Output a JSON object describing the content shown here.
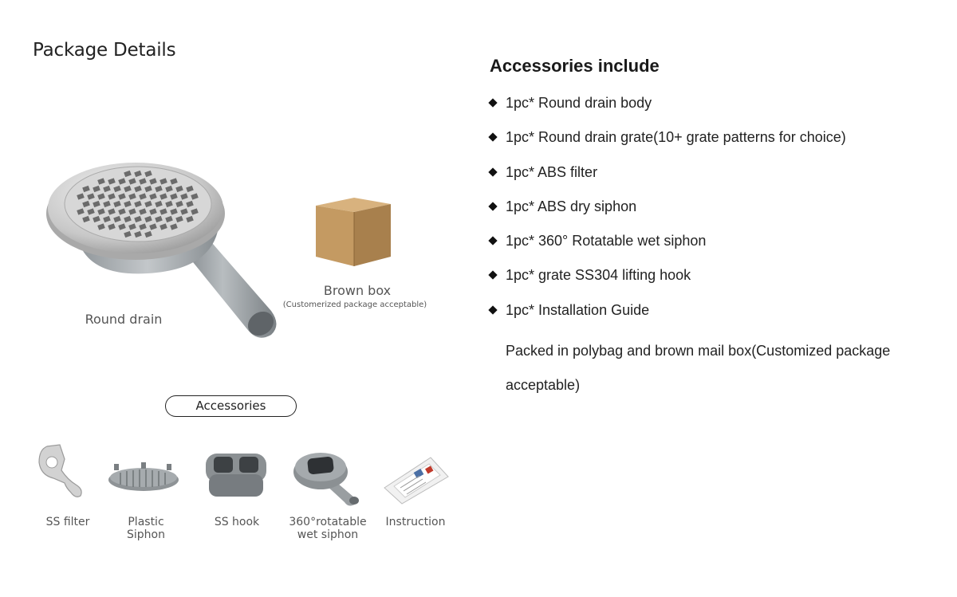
{
  "left": {
    "title": "Package Details",
    "drain_caption": "Round drain",
    "box_caption": "Brown box",
    "box_note": "(Customerized package acceptable)",
    "accessories_label": "Accessories",
    "accessories": [
      {
        "label": "SS filter"
      },
      {
        "label": "Plastic\nSiphon"
      },
      {
        "label": "SS hook"
      },
      {
        "label": "360°rotatable\nwet siphon"
      },
      {
        "label": "Instruction"
      }
    ]
  },
  "right": {
    "title": "Accessories include",
    "items": [
      "1pc* Round drain body",
      "1pc* Round drain grate(10+ grate patterns for choice)",
      "1pc* ABS filter",
      "1pc* ABS dry siphon",
      "1pc* 360° Rotatable wet siphon",
      "1pc* grate SS304 lifting hook",
      "1pc* Installation Guide"
    ],
    "note": "Packed in polybag and brown mail box(Customized package acceptable)"
  },
  "colors": {
    "steel": "#c9c9c9",
    "pvc_gray": "#9a9fa3",
    "cardboard": "#c49a62"
  }
}
